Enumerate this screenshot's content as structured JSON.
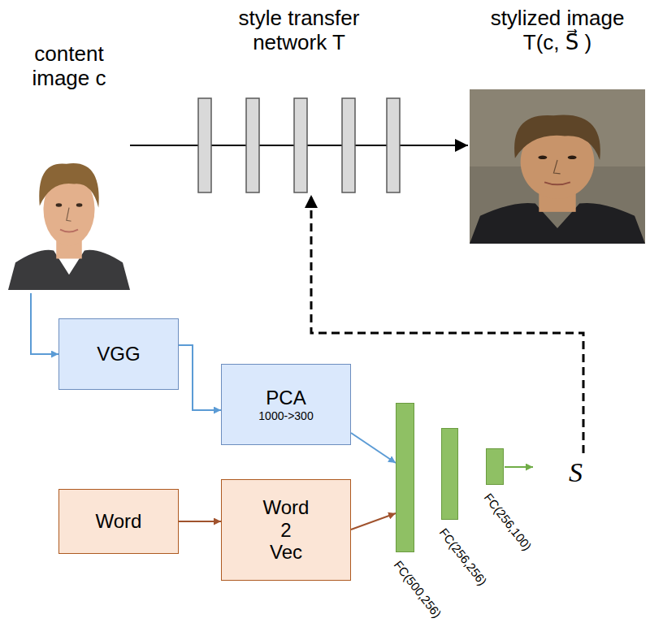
{
  "diagram": {
    "nodes": [
      {
        "text": [
          "content image c"
        ]
      },
      {
        "text": [
          "style transfer network T"
        ]
      },
      {
        "text": [
          "stylized image T(c, S⃗ )"
        ]
      },
      {
        "text": [
          "VGG"
        ]
      },
      {
        "text": [
          "PCA",
          "1000->300"
        ]
      },
      {
        "text": [
          "Word"
        ]
      },
      {
        "text": [
          "Word 2 Vec"
        ]
      },
      {
        "text": [
          "FC(500,256)"
        ]
      },
      {
        "text": [
          "FC(256,256)"
        ]
      },
      {
        "text": [
          "FC(256,100)"
        ]
      }
    ],
    "edges": [
      {
        "from": 0,
        "to": 1,
        "arrow": "none"
      },
      {
        "from": 1,
        "to": 2,
        "arrow": "to"
      },
      {
        "from": 0,
        "to": 3,
        "arrow": "to"
      },
      {
        "from": 3,
        "to": 4,
        "arrow": "to"
      },
      {
        "from": 4,
        "to": 7,
        "arrow": "to"
      },
      {
        "from": 5,
        "to": 6,
        "arrow": "to"
      },
      {
        "from": 6,
        "to": 7,
        "arrow": "to"
      }
    ],
    "labels": [
      "S⃗"
    ]
  }
}
